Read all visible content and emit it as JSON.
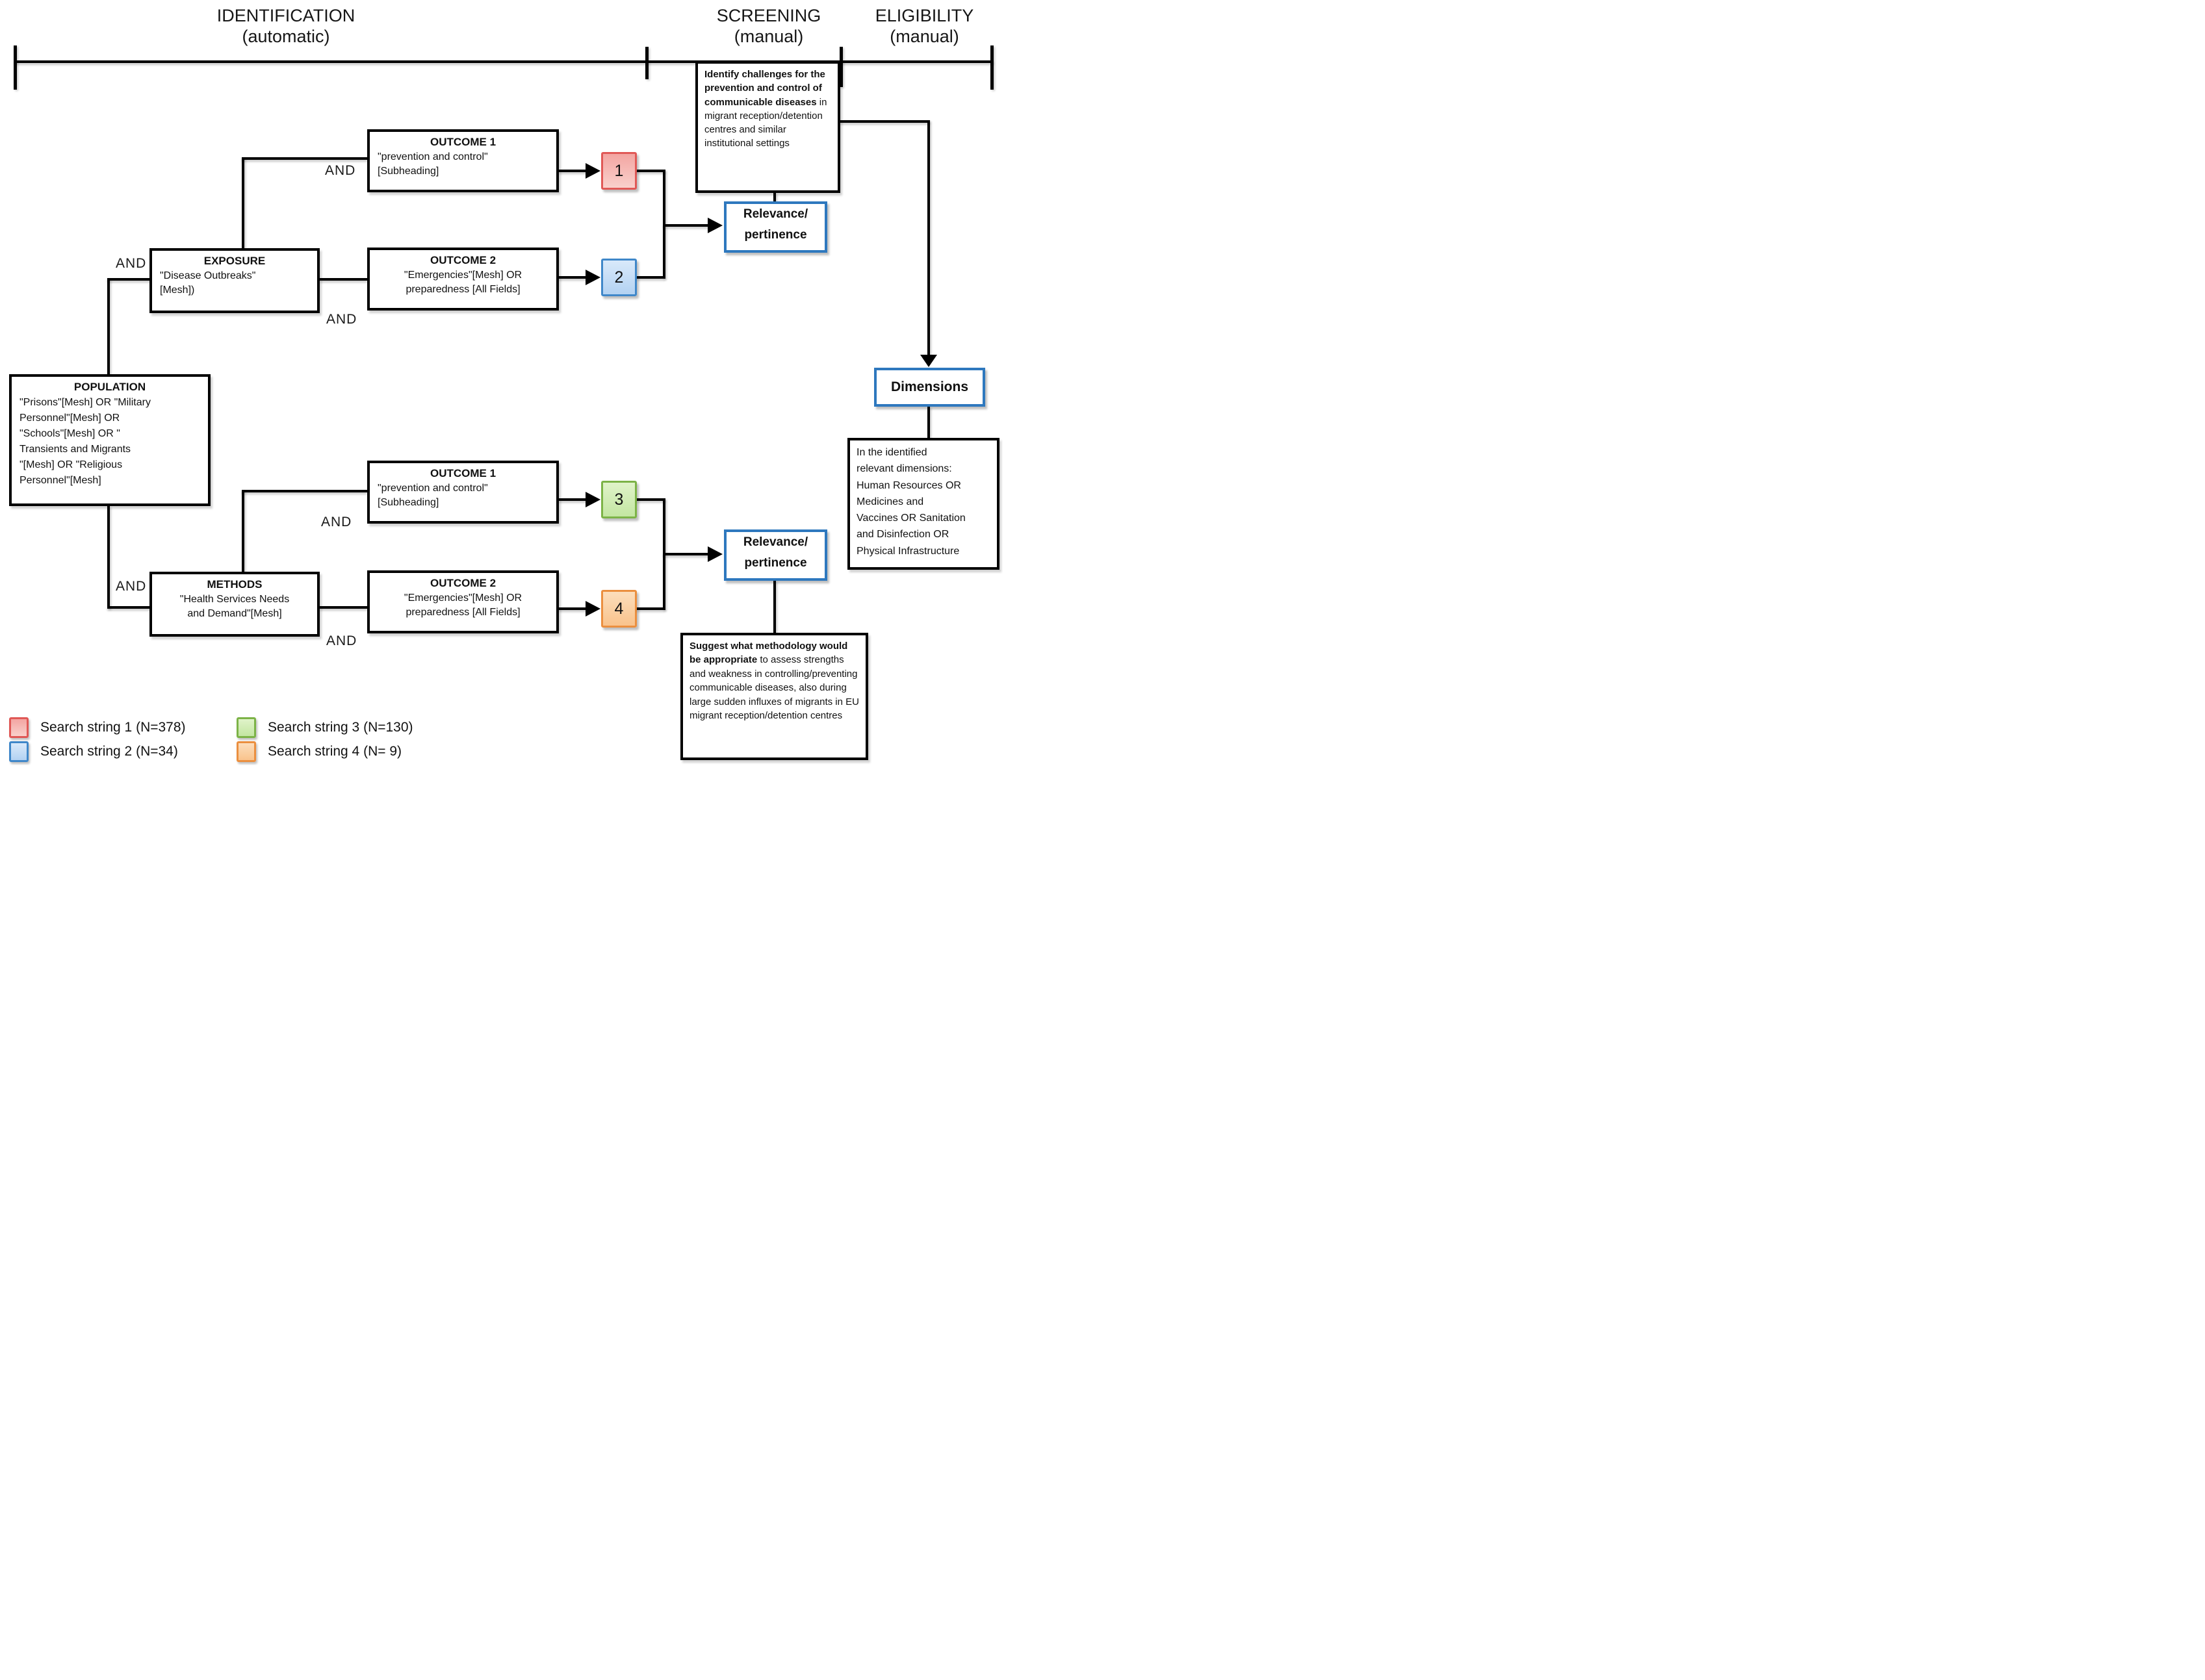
{
  "phases": [
    {
      "line1": "IDENTIFICATION",
      "line2": "(automatic)"
    },
    {
      "line1": "SCREENING",
      "line2": "(manual)"
    },
    {
      "line1": "ELIGIBILITY",
      "line2": "(manual)"
    }
  ],
  "labels": {
    "and": "AND"
  },
  "boxes": {
    "population": {
      "title": "POPULATION",
      "body": "\"Prisons\"[Mesh] OR \"Military\nPersonnel\"[Mesh] OR\n\"Schools\"[Mesh] OR \"\nTransients and Migrants\n\"[Mesh] OR \"Religious\nPersonnel\"[Mesh]"
    },
    "exposure": {
      "title": "EXPOSURE",
      "body": "\"Disease Outbreaks\"\n[Mesh])"
    },
    "methods": {
      "title": "METHODS",
      "body": "\"Health Services Needs\nand Demand\"[Mesh]"
    },
    "outcome1_top": {
      "title": "OUTCOME 1",
      "body": "\"prevention  and  control\"\n[Subheading]"
    },
    "outcome2_top": {
      "title": "OUTCOME 2",
      "body": "\"Emergencies\"[Mesh] OR\npreparedness [All Fields]"
    },
    "outcome1_bottom": {
      "title": "OUTCOME 1",
      "body": "\"prevention  and  control\"\n[Subheading]"
    },
    "outcome2_bottom": {
      "title": "OUTCOME 2",
      "body": "\"Emergencies\"[Mesh] OR\npreparedness [All Fields]"
    }
  },
  "numbered_nodes": [
    {
      "value": "1",
      "color_fill": "#f3a5a2",
      "color_border": "#e05856"
    },
    {
      "value": "2",
      "color_fill": "#b3d2f2",
      "color_border": "#3f87c9"
    },
    {
      "value": "3",
      "color_fill": "#c3e6a2",
      "color_border": "#7cb347"
    },
    {
      "value": "4",
      "color_fill": "#f9c38c",
      "color_border": "#eb8f3f"
    }
  ],
  "screening_note": {
    "bold": "Identify challenges for the prevention and control of communicable diseases",
    "rest": " in migrant reception/detention centres and similar institutional settings"
  },
  "relevance_top": "Relevance/\npertinence",
  "relevance_bottom": "Relevance/\npertinence",
  "dimensions_label": "Dimensions",
  "eligibility_note": "In the identified\nrelevant dimensions:\nHuman Resources OR\nMedicines and\nVaccines OR Sanitation\nand Disinfection OR\nPhysical Infrastructure",
  "methodology_note": {
    "bold": "Suggest what methodology would be appropriate",
    "rest": " to assess strengths and weakness in controlling/preventing communicable diseases, also during large sudden influxes of migrants in EU migrant reception/detention centres"
  },
  "legend": [
    {
      "label": "Search string 1 (N=378)",
      "fill": "#f3a5a2",
      "border": "#e05856"
    },
    {
      "label": "Search string 2 (N=34)",
      "fill": "#b3d2f2",
      "border": "#3f87c9"
    },
    {
      "label": "Search string 3 (N=130)",
      "fill": "#c3e6a2",
      "border": "#7cb347"
    },
    {
      "label": "Search string 4 (N= 9)",
      "fill": "#f9c38c",
      "border": "#eb8f3f"
    }
  ],
  "colors": {
    "line": "#000000",
    "accent_blue_border": "#2e78be"
  }
}
